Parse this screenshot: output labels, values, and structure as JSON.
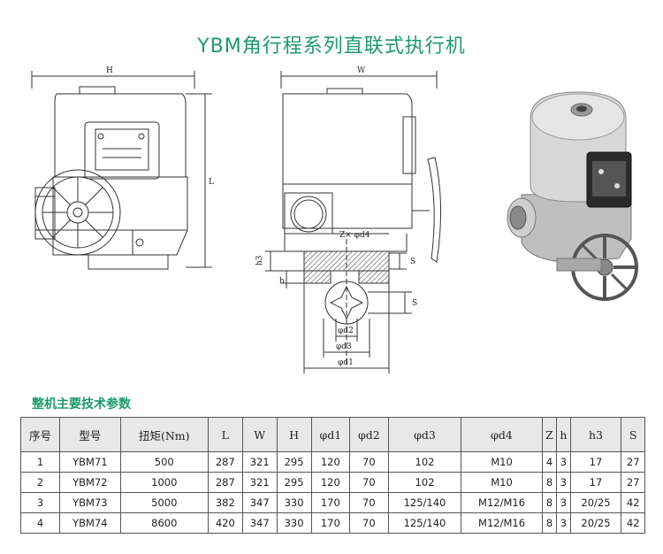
{
  "title": "YBM角行程系列直联式执行机",
  "section_heading": "整机主要技术参数",
  "drawing_labels": {
    "H": "H",
    "W": "W",
    "L": "L",
    "h3": "h3",
    "h": "h",
    "S1": "S",
    "S2": "S",
    "zd4": "Z× φd4",
    "d1": "φd1",
    "d2": "φd2",
    "d3": "φd3"
  },
  "table": {
    "headers": [
      "序号",
      "型号",
      "扭矩(Nm)",
      "L",
      "W",
      "H",
      "φd1",
      "φd2",
      "φd3",
      "φd4",
      "Z",
      "h",
      "h3",
      "S"
    ],
    "rows": [
      [
        "1",
        "YBM71",
        "500",
        "287",
        "321",
        "295",
        "120",
        "70",
        "102",
        "M10",
        "4",
        "3",
        "17",
        "27"
      ],
      [
        "2",
        "YBM72",
        "1000",
        "287",
        "321",
        "295",
        "120",
        "70",
        "102",
        "M10",
        "8",
        "3",
        "17",
        "27"
      ],
      [
        "3",
        "YBM73",
        "5000",
        "382",
        "347",
        "330",
        "170",
        "70",
        "125/140",
        "M12/M16",
        "8",
        "3",
        "20/25",
        "42"
      ],
      [
        "4",
        "YBM74",
        "8600",
        "420",
        "347",
        "330",
        "170",
        "70",
        "125/140",
        "M12/M16",
        "8",
        "3",
        "20/25",
        "42"
      ]
    ]
  },
  "colors": {
    "accent": "#1c9a6c",
    "line": "#333333",
    "header_bg": "#e8e8e8"
  }
}
